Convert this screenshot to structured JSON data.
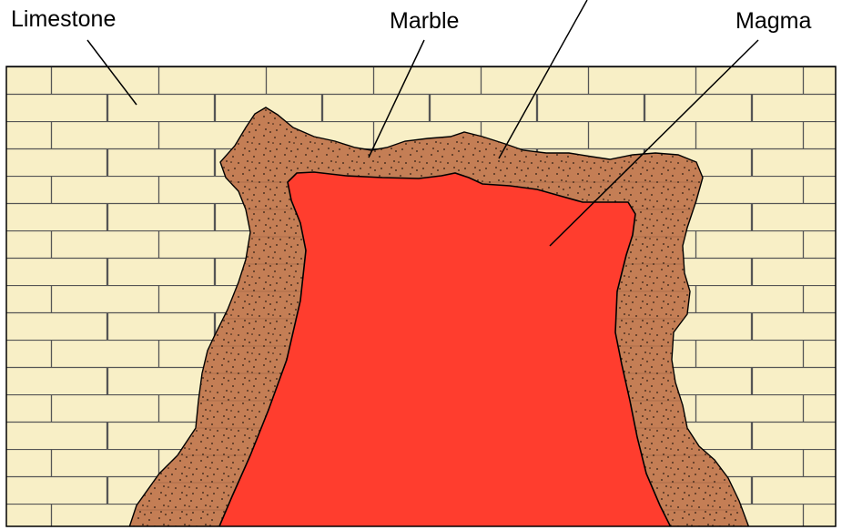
{
  "labels": {
    "limestone": "Limestone",
    "marble": "Marble",
    "magma": "Magma"
  },
  "colors": {
    "limestone": "#f8efc6",
    "mortar": "#555555",
    "marble": "#c47e55",
    "speckle": "#2a1a10",
    "magma": "#ff3d2e",
    "outline": "#000000",
    "background": "#ffffff"
  }
}
